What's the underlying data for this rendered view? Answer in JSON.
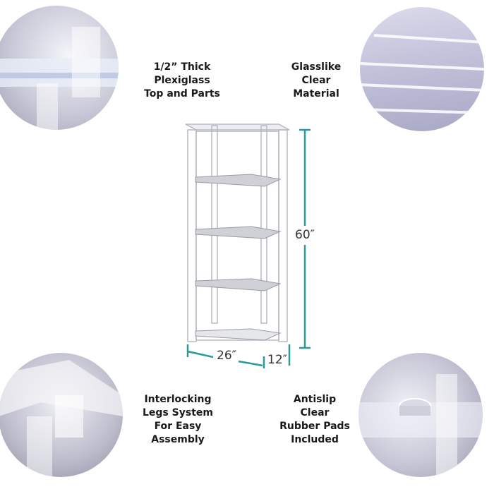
{
  "features": [
    {
      "lines": [
        "1/2” Thick",
        "Plexiglass",
        "Top and Parts"
      ]
    },
    {
      "lines": [
        "Glasslike",
        "Clear",
        "Material"
      ]
    },
    {
      "lines": [
        "Interlocking",
        "Legs System",
        "For Easy",
        "Assembly"
      ]
    },
    {
      "lines": [
        "Antislip",
        "Clear",
        "Rubber Pads",
        "Included"
      ]
    }
  ],
  "dimensions": {
    "height": "60″",
    "width": "26″",
    "depth": "12″"
  },
  "colors": {
    "dimension_line": "#2a9a9a"
  }
}
